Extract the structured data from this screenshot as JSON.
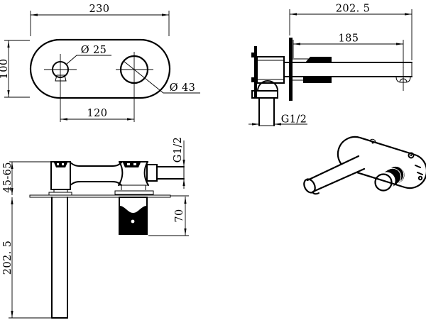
{
  "drawing": {
    "background": "#ffffff",
    "line_color": "#000000",
    "views": {
      "top": {
        "description": "mounting plate top view",
        "width": "230",
        "height": "100",
        "spacing": "120",
        "hole1": "Ø 25",
        "hole2": "Ø 43"
      },
      "side": {
        "description": "spout side section view",
        "total": "202. 5",
        "reach": "185",
        "thread": "G1/2"
      },
      "front": {
        "description": "in-wall body front view",
        "depth": "45-65",
        "drop": "202. 5",
        "valve": "70",
        "thread": "G1/2"
      },
      "iso": {
        "description": "isometric view of wall-mounted mixer"
      }
    }
  }
}
